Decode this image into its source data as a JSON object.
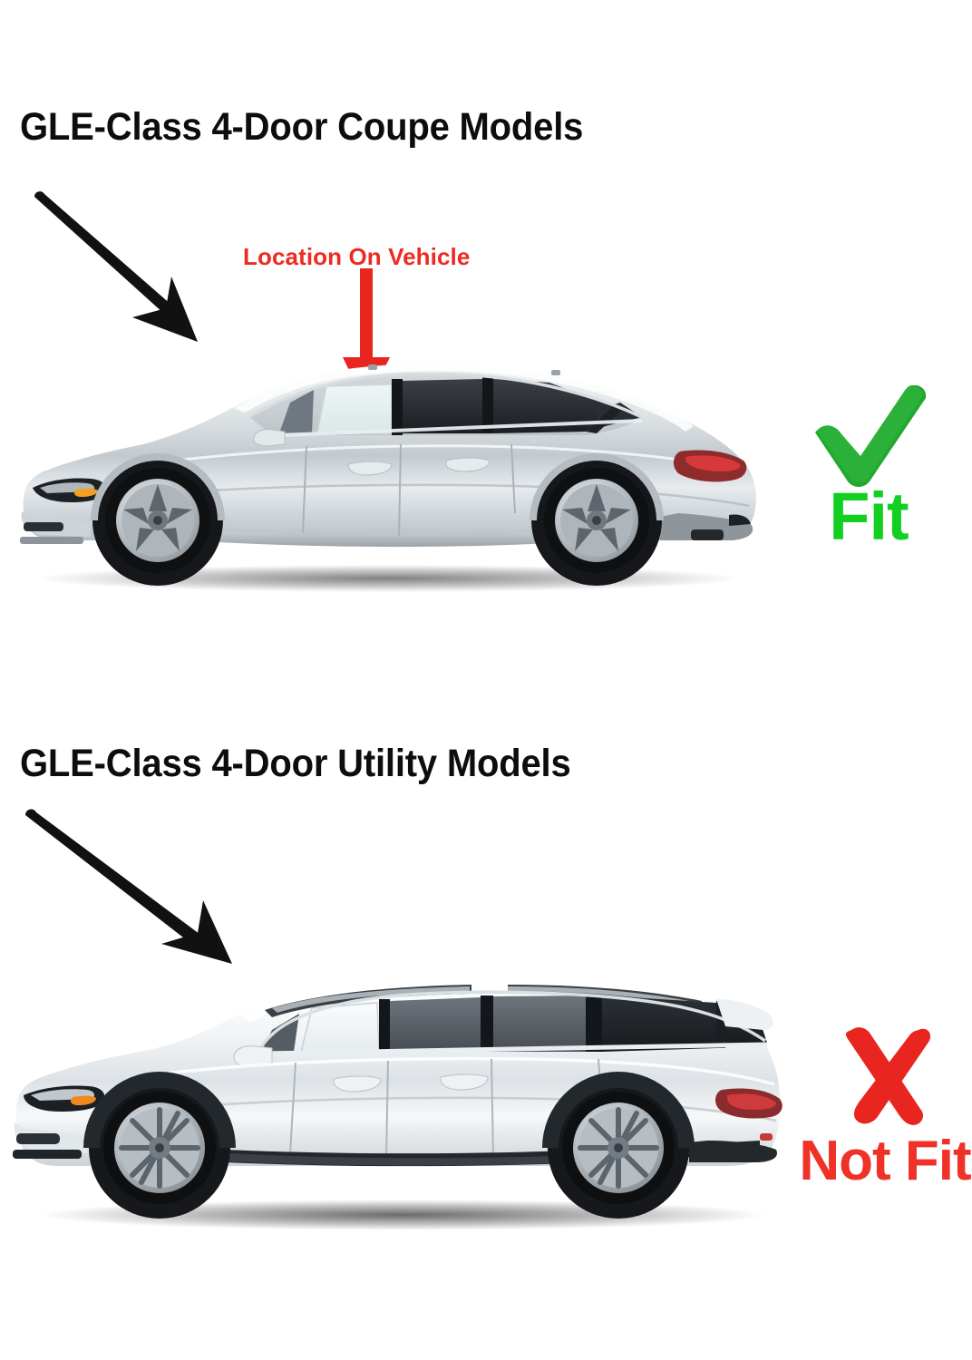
{
  "sections": [
    {
      "id": "coupe",
      "title": "GLE-Class 4-Door Coupe Models",
      "vehicle_name": "mercedes-gle-coupe-side-view",
      "vehicle_color": "#d9dde0",
      "verdict": {
        "mark": "check-mark",
        "label": "Fit",
        "color": "#12cf22"
      },
      "callout": {
        "label": "Location On Vehicle",
        "color": "#ee2a22",
        "arrow": "red-down-arrow",
        "points_at": "front-driver-window"
      },
      "pointer_arrow": "black-diagonal-arrow"
    },
    {
      "id": "utility",
      "title": "GLE-Class 4-Door Utility Models",
      "vehicle_name": "mercedes-gle-suv-side-view",
      "vehicle_color": "#eef1f3",
      "verdict": {
        "mark": "x-mark",
        "label": "Not Fit",
        "color": "#ef3127"
      },
      "callout": null,
      "pointer_arrow": "black-diagonal-arrow"
    }
  ],
  "colors": {
    "background": "#ffffff",
    "title_text": "#0d0d0d",
    "accent_red": "#ee2a22",
    "accent_green": "#12cf22",
    "arrow_black": "#111111"
  }
}
